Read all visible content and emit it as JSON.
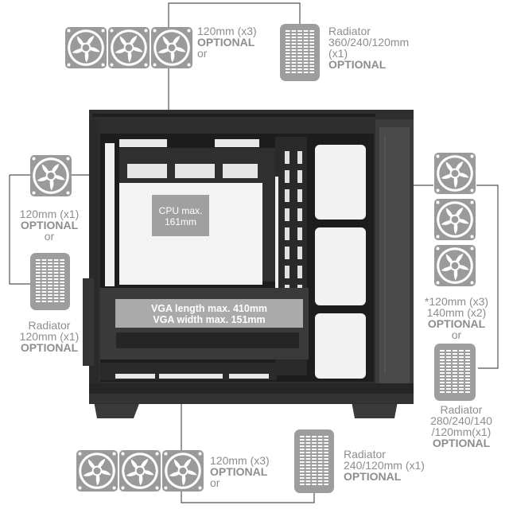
{
  "top": {
    "fan_size": "120mm (x3)",
    "fan_optional": "OPTIONAL",
    "fan_or": "or",
    "rad_line1": "Radiator",
    "rad_line2": "360/240/120mm",
    "rad_line3": "(x1)",
    "rad_optional": "OPTIONAL"
  },
  "left": {
    "fan_size": "120mm (x1)",
    "fan_optional": "OPTIONAL",
    "fan_or": "or",
    "rad_line1": "Radiator",
    "rad_line2": "120mm (x1)",
    "rad_optional": "OPTIONAL"
  },
  "right": {
    "fan_line1": "*120mm (x3)",
    "fan_line2": "140mm (x2)",
    "fan_optional": "OPTIONAL",
    "fan_or": "or",
    "rad_line1": "Radiator",
    "rad_line2": "280/240/140",
    "rad_line3": "/120mm(x1)",
    "rad_optional": "OPTIONAL"
  },
  "bottom": {
    "fan_size": "120mm (x3)",
    "fan_optional": "OPTIONAL",
    "fan_or": "or",
    "rad_line1": "Radiator",
    "rad_line2": "240/120mm (x1)",
    "rad_optional": "OPTIONAL"
  },
  "case": {
    "cpu_line1": "CPU max.",
    "cpu_line2": "161mm",
    "vga_line1": "VGA length max. 410mm",
    "vga_line2": "VGA width max. 151mm"
  },
  "colors": {
    "accent_gray": "#9a9a9a",
    "case_dark": "#2b2b2b",
    "text_gray": "#8d8d8d"
  }
}
